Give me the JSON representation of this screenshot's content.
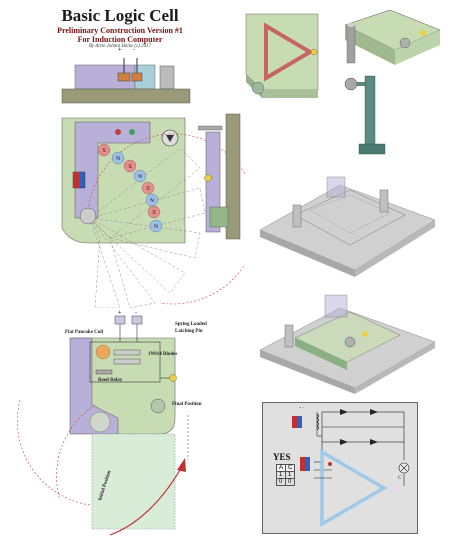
{
  "header": {
    "title": "Basic Logic Cell",
    "subtitle1": "Preliminary Construction Version #1",
    "subtitle2": "For Induction Computer",
    "author": "By Artie Johnni Heinz (c) 2017"
  },
  "side_view": {
    "plus": "+",
    "minus": "-"
  },
  "swing_view": {
    "magnets": [
      "S",
      "N",
      "S",
      "N",
      "S",
      "N",
      "S",
      "N"
    ]
  },
  "lower_left": {
    "plus": "+",
    "minus": "-",
    "flat_pancake_coil": "Flat Pancake Coil",
    "spring_latch_line1": "Spring Loaded",
    "spring_latch_line2": "Latching Pin",
    "diodes": "1N914 Diodes",
    "reed_relay": "Reed Relay",
    "final_position": "Final Position",
    "initial_position": "Initial Position"
  },
  "schematic": {
    "gate_name": "YES",
    "truth_table": {
      "headers": [
        "A",
        "C"
      ],
      "rows": [
        [
          "1",
          "1"
        ],
        [
          "0",
          "0"
        ]
      ]
    },
    "inputs_label": "+ -",
    "output_label": "C"
  },
  "colors": {
    "green_panel": "#c8dcb4",
    "purple_panel": "#b8b0d8",
    "red_triangle": "#c86464",
    "blue_triangle": "#a0c8e8",
    "magnet_red": "#e88c8c",
    "magnet_blue": "#9cc0e8"
  }
}
